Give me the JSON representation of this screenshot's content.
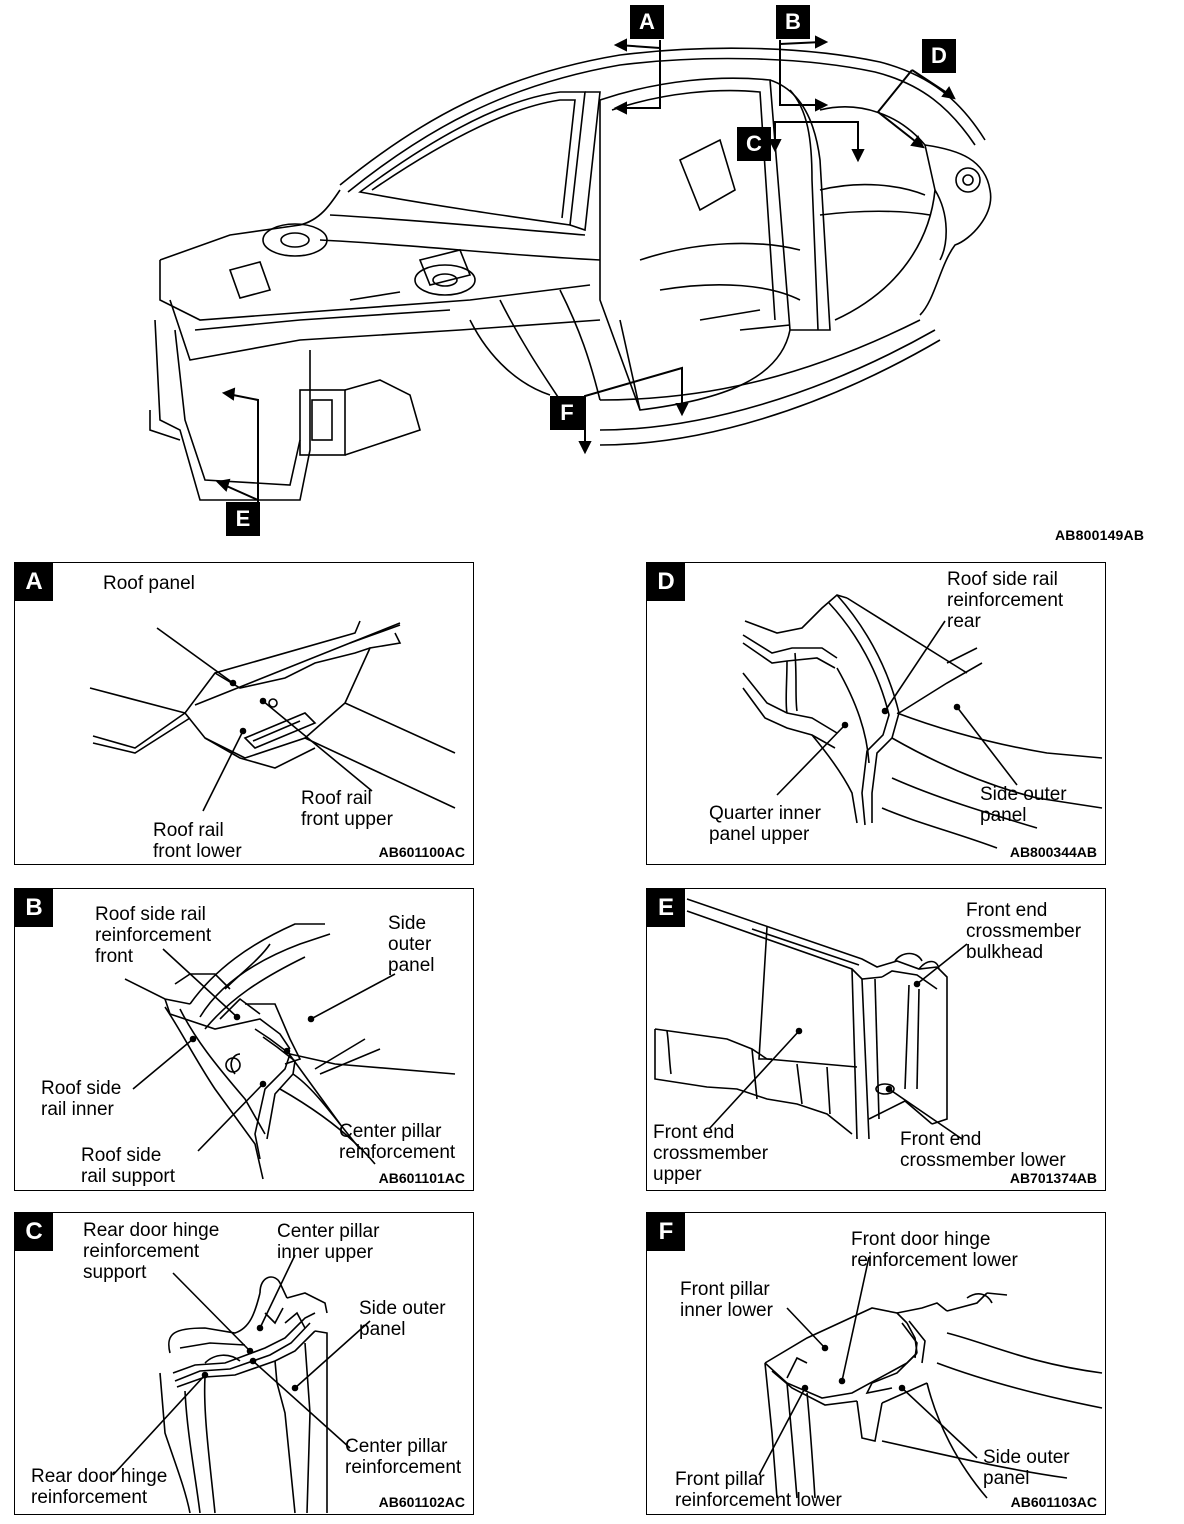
{
  "main_diagram": {
    "code": "AB800149AB",
    "callouts": [
      "A",
      "B",
      "C",
      "D",
      "E",
      "F"
    ]
  },
  "panels": [
    {
      "letter": "A",
      "code": "AB601100AC",
      "labels": [
        "Roof panel",
        "Roof rail\nfront upper",
        "Roof rail\nfront lower"
      ]
    },
    {
      "letter": "B",
      "code": "AB601101AC",
      "labels": [
        "Roof side rail\nreinforcement\nfront",
        "Side\nouter\npanel",
        "Roof side\nrail inner",
        "Roof side\nrail support",
        "Center pillar\nreinforcement"
      ]
    },
    {
      "letter": "C",
      "code": "AB601102AC",
      "labels": [
        "Rear door hinge\nreinforcement\nsupport",
        "Center pillar\ninner upper",
        "Side outer\npanel",
        "Rear door hinge\nreinforcement",
        "Center pillar\nreinforcement"
      ]
    },
    {
      "letter": "D",
      "code": "AB800344AB",
      "labels": [
        "Roof side rail\nreinforcement\nrear",
        "Quarter inner\npanel upper",
        "Side outer\npanel"
      ]
    },
    {
      "letter": "E",
      "code": "AB701374AB",
      "labels": [
        "Front end\ncrossmember\nbulkhead",
        "Front end\ncrossmember\nupper",
        "Front end\ncrossmember lower"
      ]
    },
    {
      "letter": "F",
      "code": "AB601103AC",
      "labels": [
        "Front door hinge\nreinforcement lower",
        "Front pillar\ninner lower",
        "Front pillar\nreinforcement lower",
        "Side outer\npanel"
      ]
    }
  ]
}
